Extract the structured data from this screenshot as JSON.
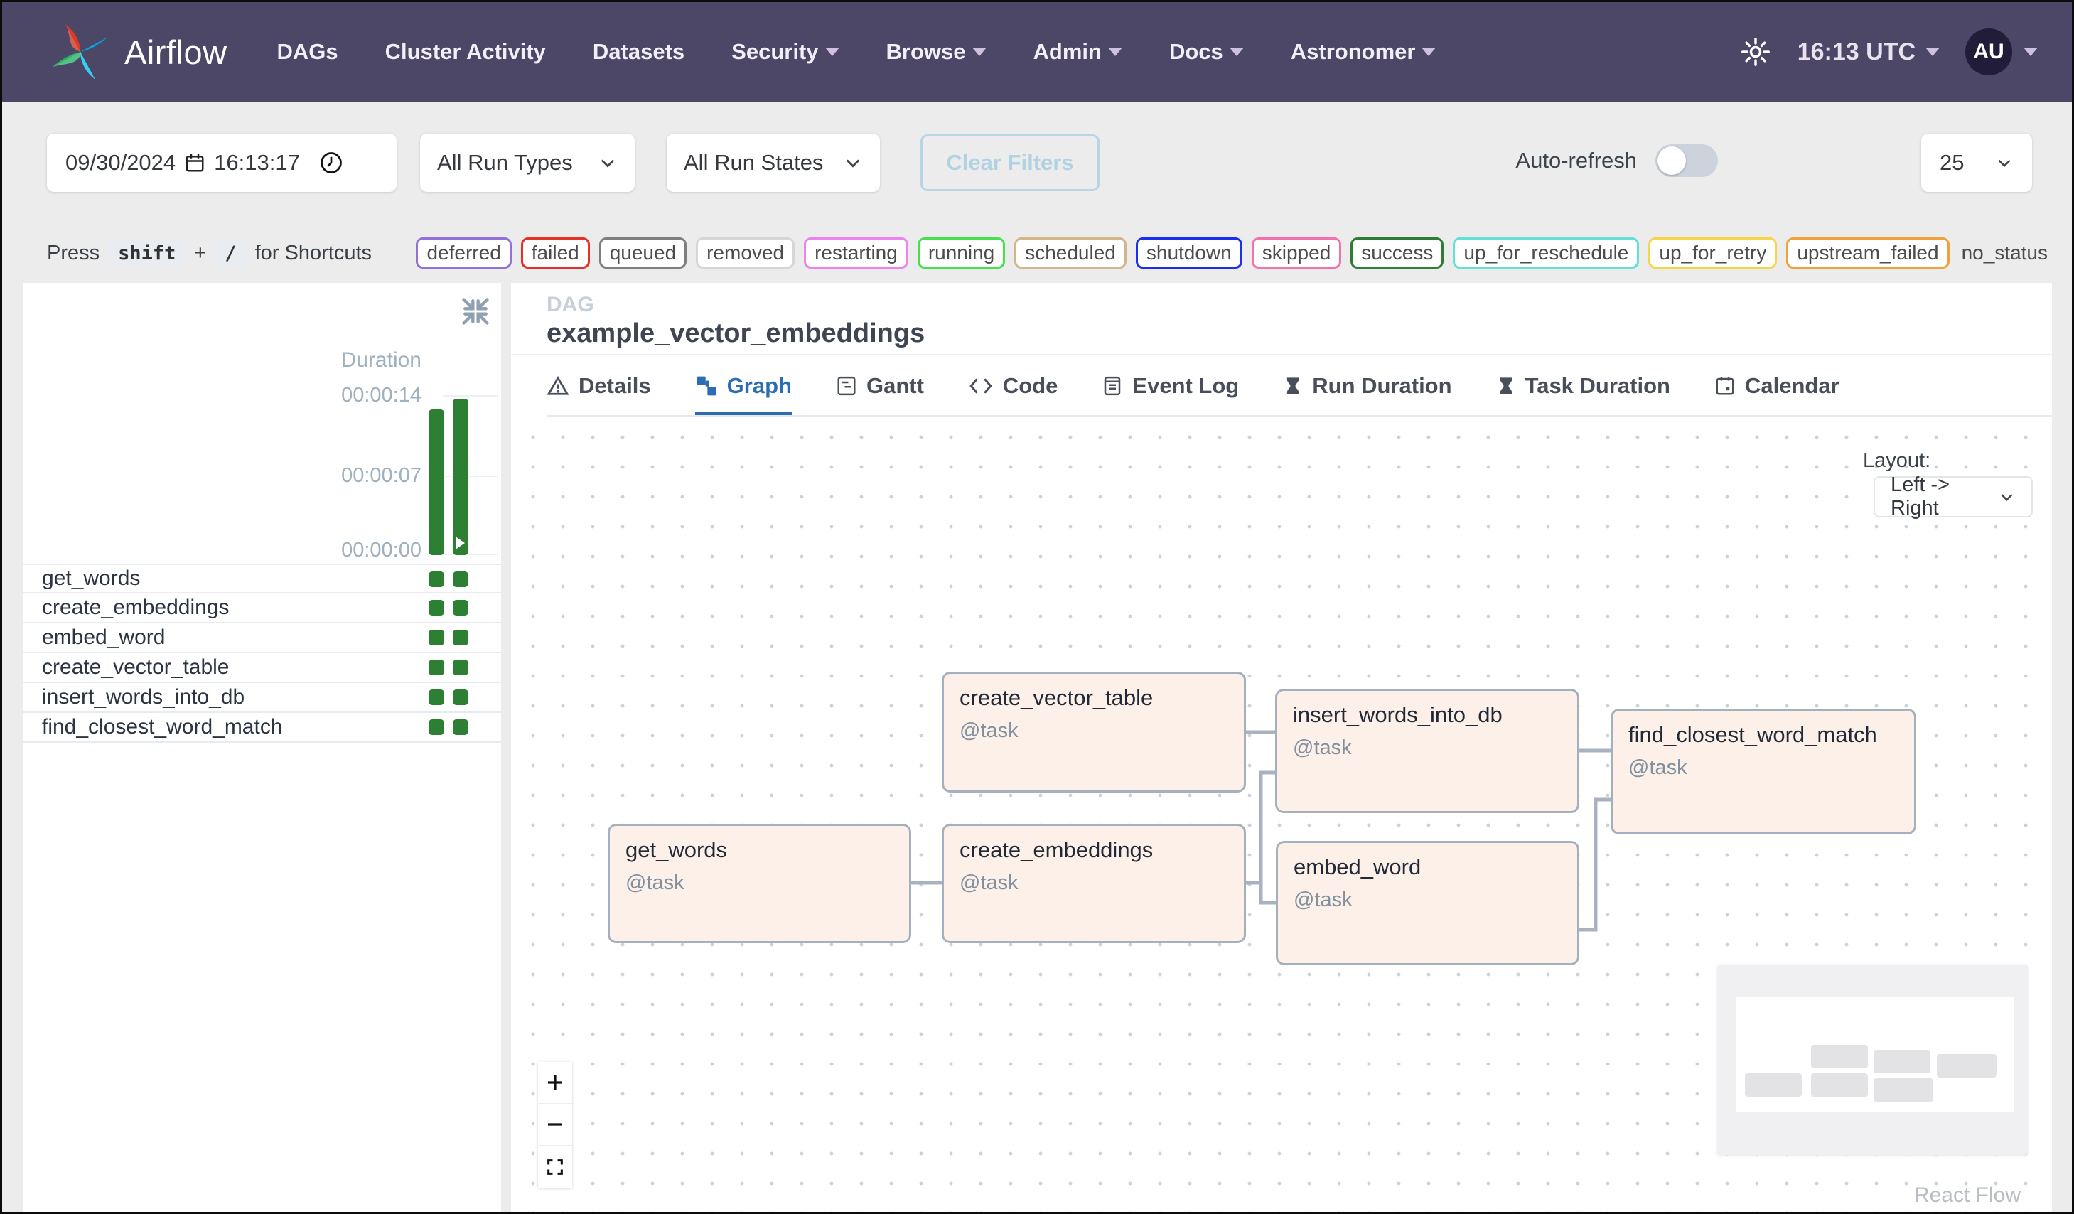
{
  "nav": {
    "brand": "Airflow",
    "items": [
      {
        "label": "DAGs"
      },
      {
        "label": "Cluster Activity"
      },
      {
        "label": "Datasets"
      },
      {
        "label": "Security"
      },
      {
        "label": "Browse"
      },
      {
        "label": "Admin"
      },
      {
        "label": "Docs"
      },
      {
        "label": "Astronomer"
      }
    ],
    "clock": "16:13 UTC",
    "avatar": "AU"
  },
  "filters": {
    "date": "09/30/2024",
    "time": "16:13:17",
    "run_types": "All Run Types",
    "run_states": "All Run States",
    "clear_label": "Clear Filters",
    "auto_refresh_label": "Auto-refresh",
    "page_size": "25"
  },
  "shortcuts": {
    "press": "Press",
    "shift_key": "shift",
    "plus": "+",
    "slash_key": "/",
    "suffix": "for Shortcuts"
  },
  "legend": [
    {
      "label": "deferred",
      "color": "#9370db"
    },
    {
      "label": "failed",
      "color": "#e33225"
    },
    {
      "label": "queued",
      "color": "#7f7f7f"
    },
    {
      "label": "removed",
      "color": "#d6d6d6"
    },
    {
      "label": "restarting",
      "color": "#ee82ee"
    },
    {
      "label": "running",
      "color": "#49e04f"
    },
    {
      "label": "scheduled",
      "color": "#d3b58a"
    },
    {
      "label": "shutdown",
      "color": "#1b2ff2"
    },
    {
      "label": "skipped",
      "color": "#f272ad"
    },
    {
      "label": "success",
      "color": "#2f7d33"
    },
    {
      "label": "up_for_reschedule",
      "color": "#63dfd6"
    },
    {
      "label": "up_for_retry",
      "color": "#f7d54b"
    },
    {
      "label": "upstream_failed",
      "color": "#efa13b"
    },
    {
      "label": "no_status",
      "color": ""
    }
  ],
  "left_panel": {
    "duration_label": "Duration",
    "ticks": [
      "00:00:14",
      "00:00:07",
      "00:00:00"
    ],
    "runs": [
      {
        "duration": "00:00:13"
      },
      {
        "duration": "00:00:14"
      }
    ],
    "tasks": [
      "get_words",
      "create_embeddings",
      "embed_word",
      "create_vector_table",
      "insert_words_into_db",
      "find_closest_word_match"
    ]
  },
  "dag": {
    "kicker": "DAG",
    "title": "example_vector_embeddings"
  },
  "tabs": [
    {
      "label": "Details"
    },
    {
      "label": "Graph"
    },
    {
      "label": "Gantt"
    },
    {
      "label": "Code"
    },
    {
      "label": "Event Log"
    },
    {
      "label": "Run Duration"
    },
    {
      "label": "Task Duration"
    },
    {
      "label": "Calendar"
    }
  ],
  "graph": {
    "layout_label": "Layout:",
    "layout_value": "Left -> Right",
    "nodes": [
      {
        "title": "create_vector_table",
        "subtitle": "@task"
      },
      {
        "title": "insert_words_into_db",
        "subtitle": "@task"
      },
      {
        "title": "find_closest_word_match",
        "subtitle": "@task"
      },
      {
        "title": "get_words",
        "subtitle": "@task"
      },
      {
        "title": "create_embeddings",
        "subtitle": "@task"
      },
      {
        "title": "embed_word",
        "subtitle": "@task"
      }
    ],
    "attribution": "React Flow"
  }
}
